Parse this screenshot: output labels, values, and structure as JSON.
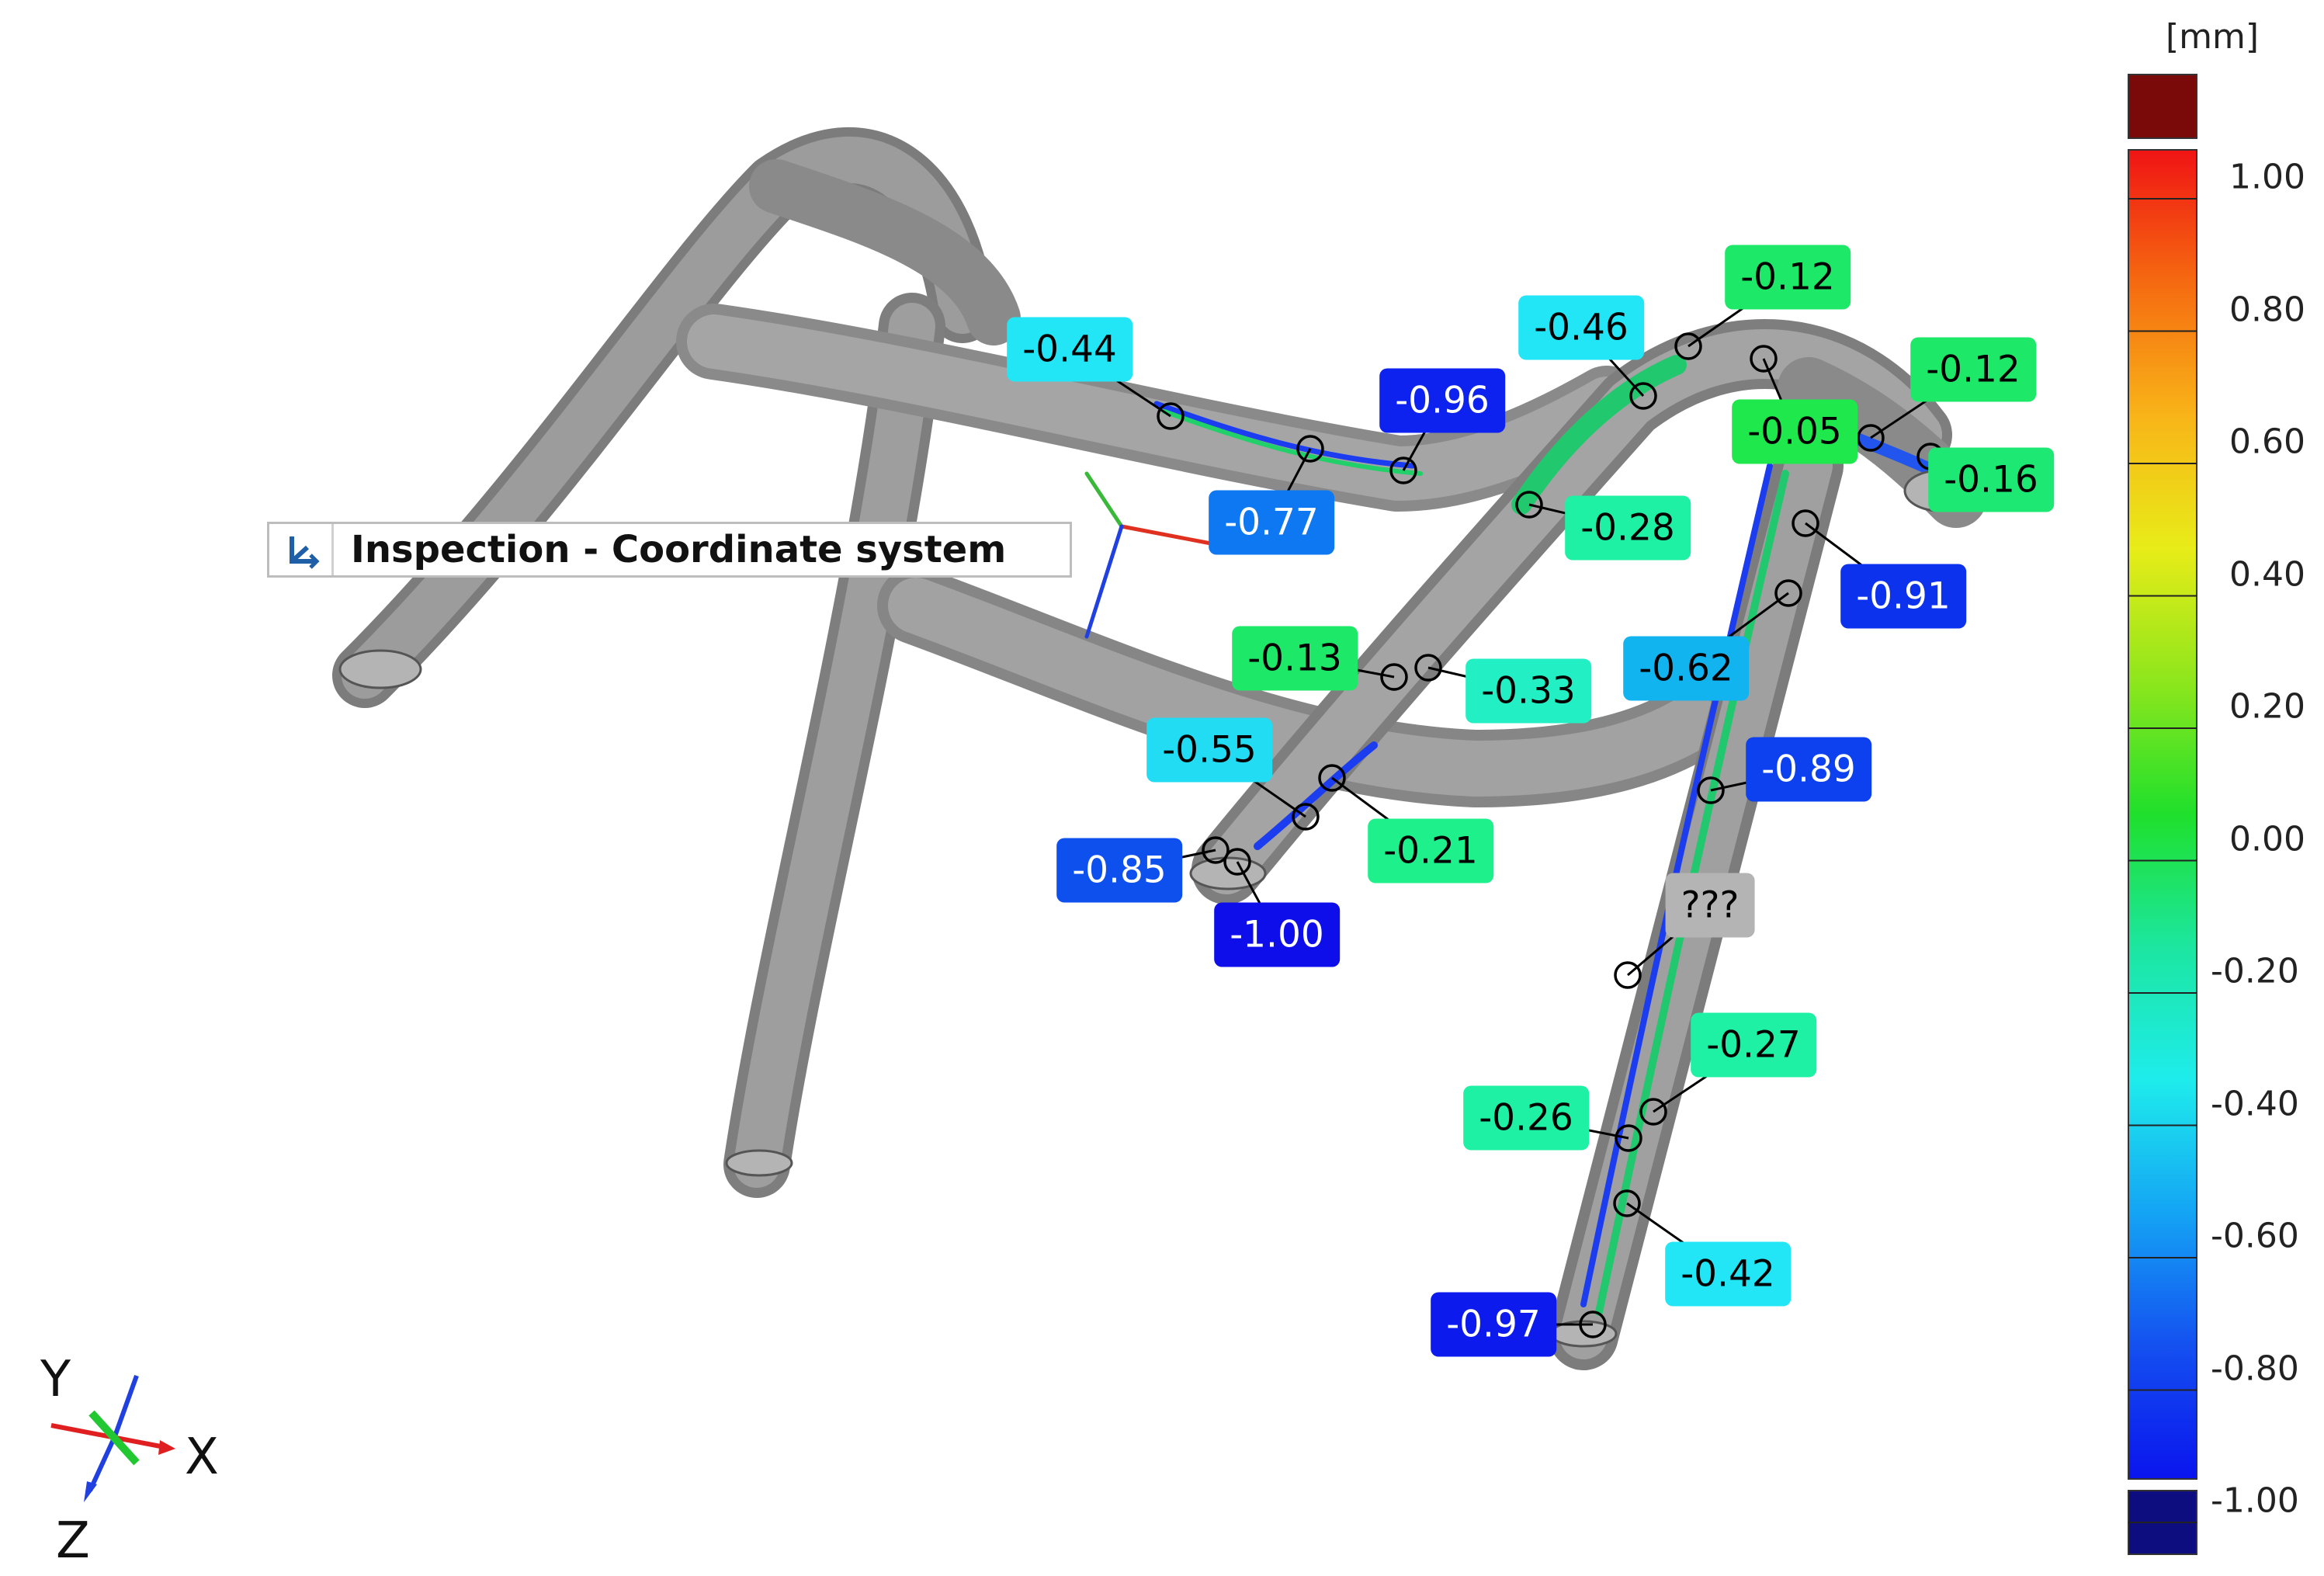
{
  "coordinate_system": {
    "label": "Inspection - Coordinate system",
    "icon": "coordinate-system-icon",
    "icon_color": "#1f5fa8"
  },
  "legend": {
    "unit": "[mm]",
    "ticks": [
      "1.00",
      "0.80",
      "0.60",
      "0.40",
      "0.20",
      "0.00",
      "-0.20",
      "-0.40",
      "-0.60",
      "-0.80",
      "-1.00"
    ],
    "over_range_color": "#7a0a0a",
    "under_range_color": "#0d0d80"
  },
  "triad": {
    "x": "X",
    "y": "Y",
    "z": "Z"
  },
  "callouts": [
    {
      "text": "-0.44",
      "bg": "#22e6f6",
      "fg": "#000000"
    },
    {
      "text": "-0.96",
      "bg": "#0d22ee",
      "fg": "#ffffff"
    },
    {
      "text": "-0.77",
      "bg": "#0d78f2",
      "fg": "#ffffff"
    },
    {
      "text": "-0.46",
      "bg": "#22e6f6",
      "fg": "#000000"
    },
    {
      "text": "-0.12",
      "bg": "#1ee868",
      "fg": "#000000"
    },
    {
      "text": "-0.05",
      "bg": "#1ee84c",
      "fg": "#000000"
    },
    {
      "text": "-0.12",
      "bg": "#1ee868",
      "fg": "#000000"
    },
    {
      "text": "-0.16",
      "bg": "#1ee874",
      "fg": "#000000"
    },
    {
      "text": "-0.28",
      "bg": "#1ef0a4",
      "fg": "#000000"
    },
    {
      "text": "-0.91",
      "bg": "#0d32ee",
      "fg": "#ffffff"
    },
    {
      "text": "-0.62",
      "bg": "#12b4f0",
      "fg": "#000000"
    },
    {
      "text": "-0.13",
      "bg": "#1ee868",
      "fg": "#000000"
    },
    {
      "text": "-0.33",
      "bg": "#22f0c4",
      "fg": "#000000"
    },
    {
      "text": "-0.55",
      "bg": "#22dcf4",
      "fg": "#000000"
    },
    {
      "text": "-0.89",
      "bg": "#0d40ee",
      "fg": "#ffffff"
    },
    {
      "text": "-0.21",
      "bg": "#1ef08c",
      "fg": "#000000"
    },
    {
      "text": "-0.85",
      "bg": "#0d50ee",
      "fg": "#ffffff"
    },
    {
      "text": "-1.00",
      "bg": "#0d0eea",
      "fg": "#ffffff"
    },
    {
      "text": "???",
      "bg": "#b4b4b4",
      "fg": "#000000"
    },
    {
      "text": "-0.27",
      "bg": "#1ef0a4",
      "fg": "#000000"
    },
    {
      "text": "-0.26",
      "bg": "#1ef0a4",
      "fg": "#000000"
    },
    {
      "text": "-0.42",
      "bg": "#22e6f6",
      "fg": "#000000"
    },
    {
      "text": "-0.97",
      "bg": "#0d1aee",
      "fg": "#ffffff"
    }
  ]
}
